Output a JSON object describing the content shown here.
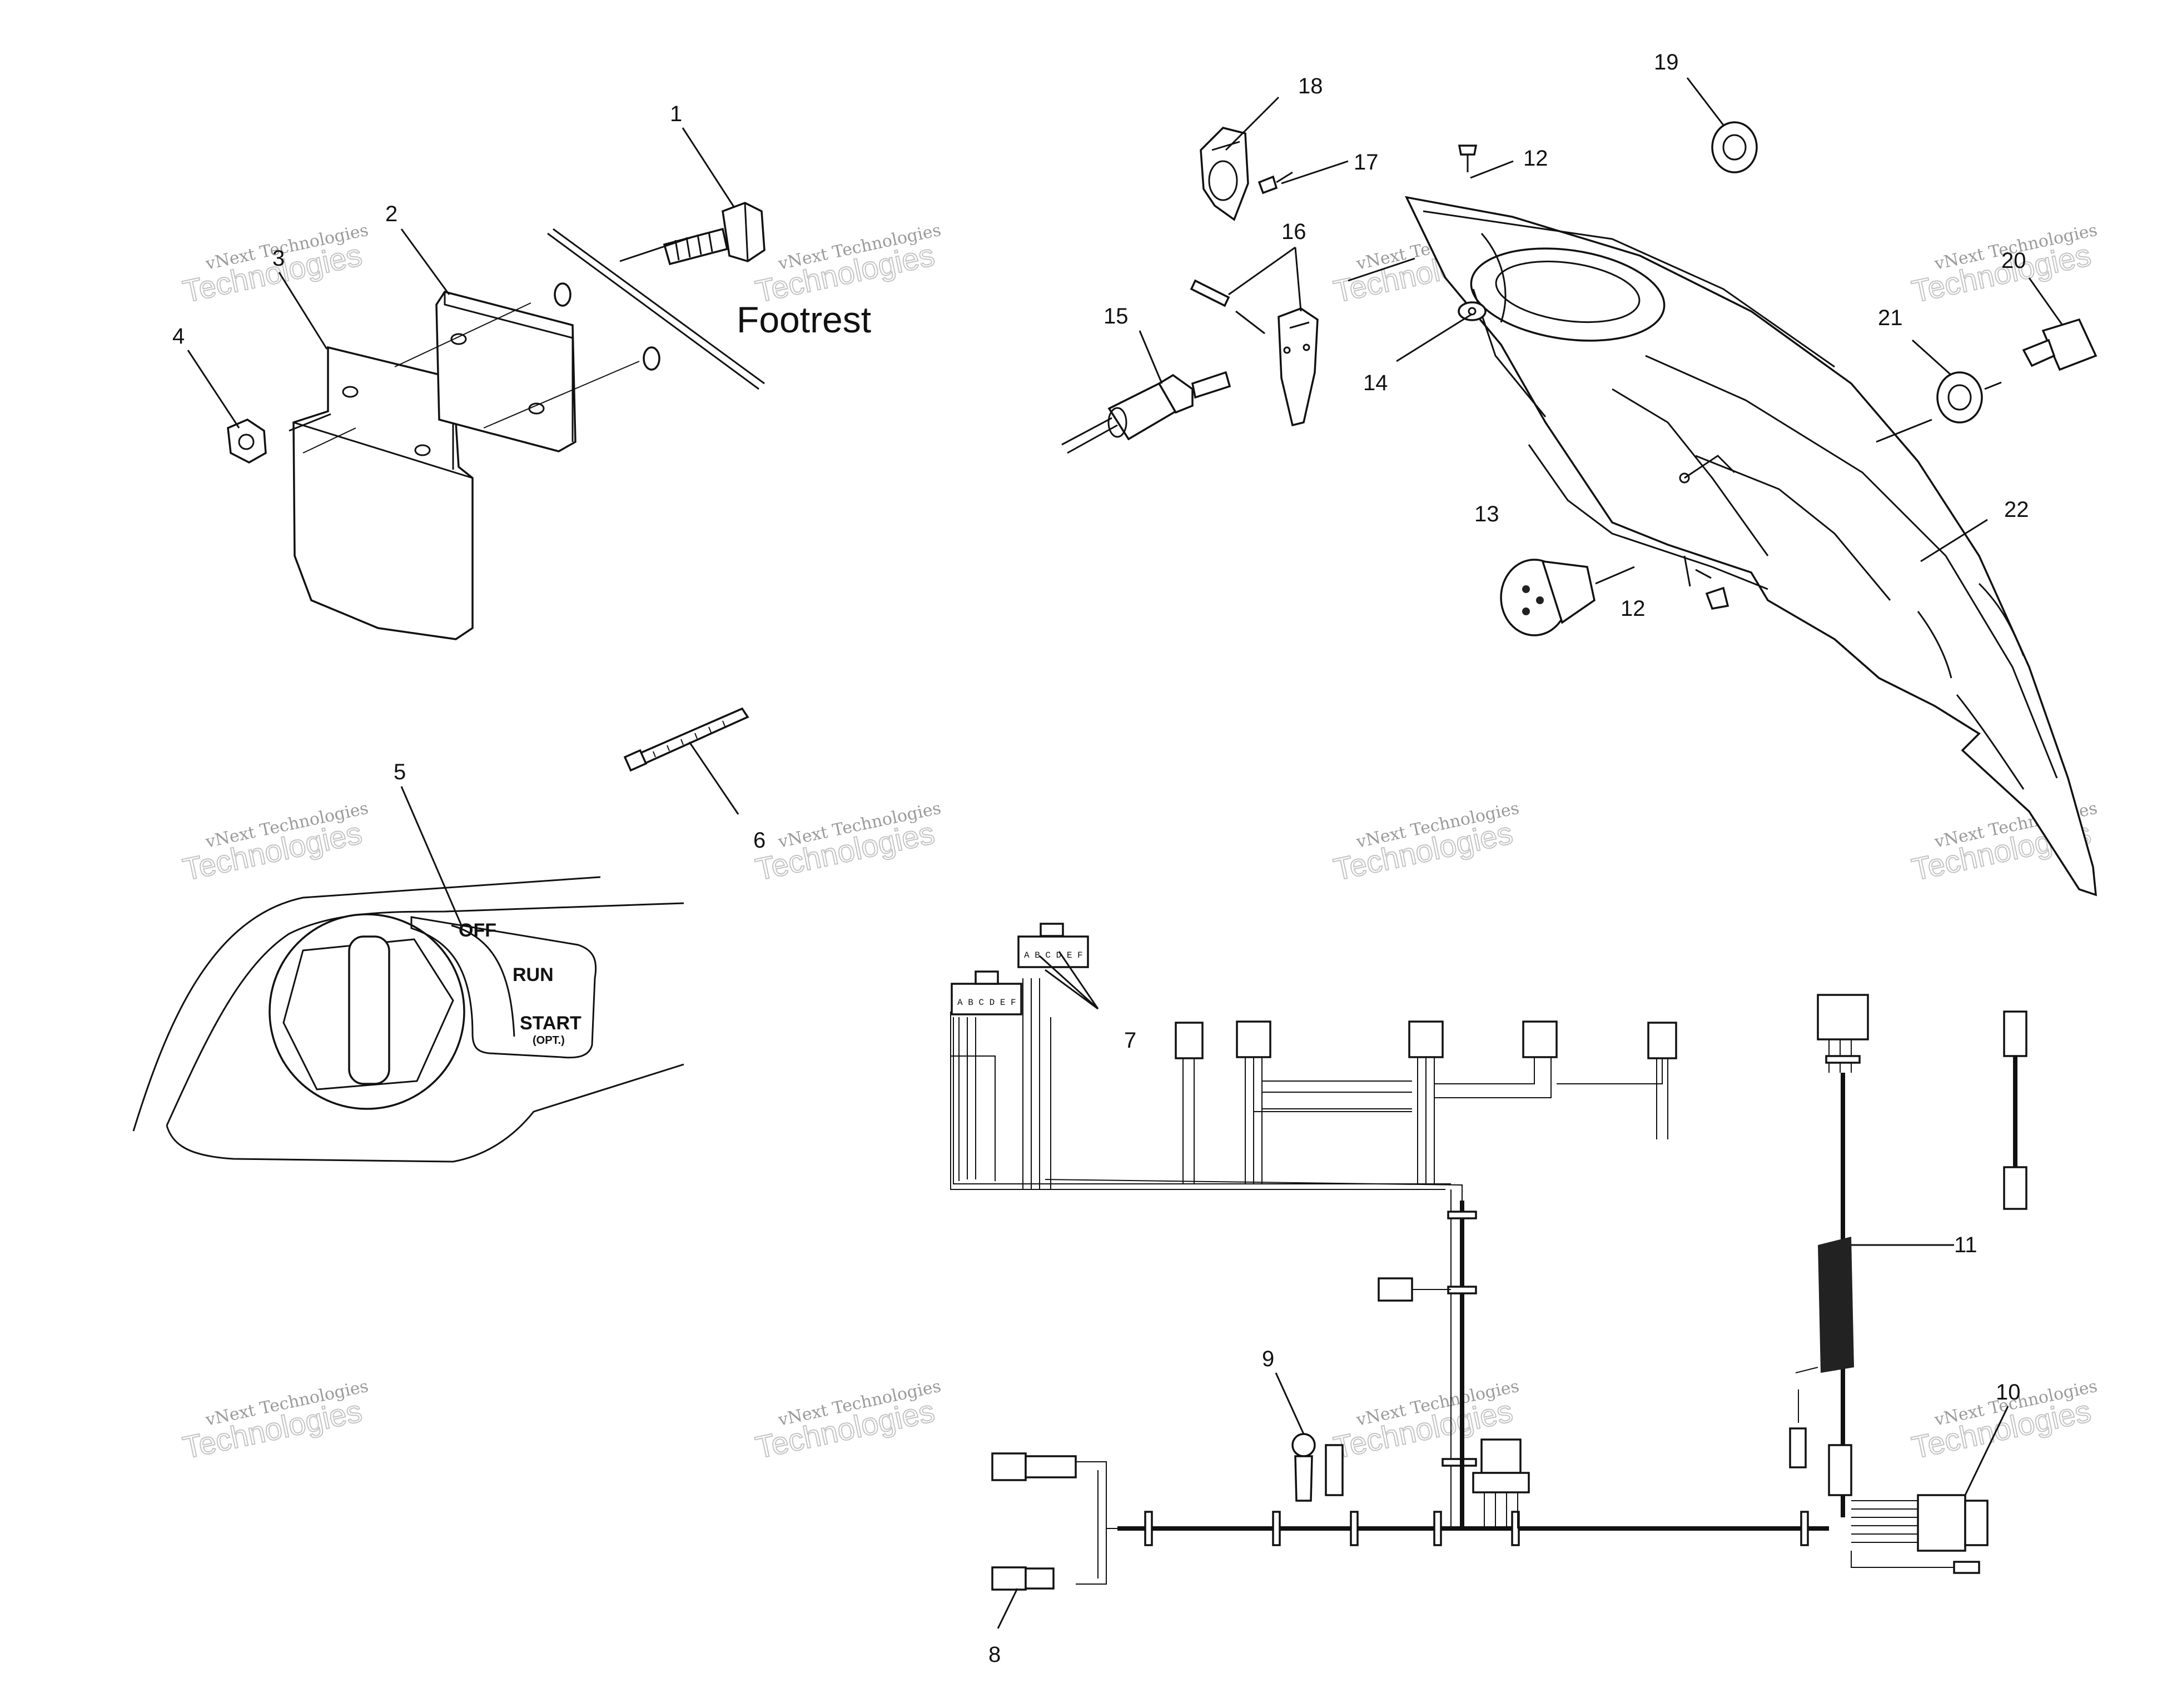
{
  "title": "Footrest",
  "dial": {
    "off": "OFF",
    "run": "RUN",
    "start": "START",
    "start_note": "(OPT.)"
  },
  "connector_pins": "A B C D E F",
  "watermark": {
    "line1": "vNext Technologies",
    "line2": "Technologies"
  },
  "callouts": [
    {
      "id": "c1",
      "text": "1"
    },
    {
      "id": "c2",
      "text": "2"
    },
    {
      "id": "c3",
      "text": "3"
    },
    {
      "id": "c4",
      "text": "4"
    },
    {
      "id": "c5",
      "text": "5"
    },
    {
      "id": "c6",
      "text": "6"
    },
    {
      "id": "c7",
      "text": "7"
    },
    {
      "id": "c8",
      "text": "8"
    },
    {
      "id": "c9",
      "text": "9"
    },
    {
      "id": "c10",
      "text": "10"
    },
    {
      "id": "c11",
      "text": "11"
    },
    {
      "id": "c12a",
      "text": "12"
    },
    {
      "id": "c12b",
      "text": "12"
    },
    {
      "id": "c13",
      "text": "13"
    },
    {
      "id": "c14",
      "text": "14"
    },
    {
      "id": "c15",
      "text": "15"
    },
    {
      "id": "c16",
      "text": "16"
    },
    {
      "id": "c17",
      "text": "17"
    },
    {
      "id": "c18",
      "text": "18"
    },
    {
      "id": "c19",
      "text": "19"
    },
    {
      "id": "c20",
      "text": "20"
    },
    {
      "id": "c21",
      "text": "21"
    },
    {
      "id": "c22",
      "text": "22"
    }
  ]
}
